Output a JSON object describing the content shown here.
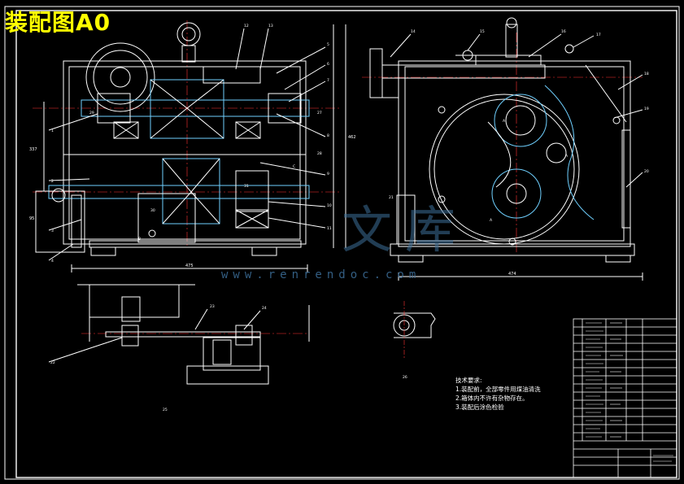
{
  "drawing": {
    "title": "装配图A0",
    "watermark_text": "www.renrendoc.com",
    "watermark_cn": "文库",
    "colors": {
      "background": "#000000",
      "title": "#ffff00",
      "outline": "#ffffff",
      "frame": "#ffffff",
      "centerline": "#ff3333",
      "section": "#6fd0ff",
      "watermark": "#3d6f9a"
    },
    "dimensions": {
      "front_width": "475",
      "side_width": "474",
      "height_a": "337",
      "height_b": "95",
      "height_c": "462"
    },
    "labels": [
      "1",
      "2",
      "3",
      "4",
      "5",
      "6",
      "7",
      "8",
      "9",
      "10",
      "11",
      "12",
      "13",
      "14",
      "15",
      "16",
      "17",
      "18",
      "19",
      "20",
      "21",
      "22",
      "23",
      "24",
      "25",
      "26",
      "27",
      "28",
      "29",
      "30",
      "31"
    ],
    "section_letters": [
      "A",
      "A",
      "A",
      "B",
      "C"
    ]
  },
  "technical_requirements": {
    "heading": "技术要求:",
    "lines": [
      "1.装配前，全部零件用煤油清洗",
      "2.箱体内不许有杂物存在。",
      "3.装配后涂色检验"
    ]
  }
}
